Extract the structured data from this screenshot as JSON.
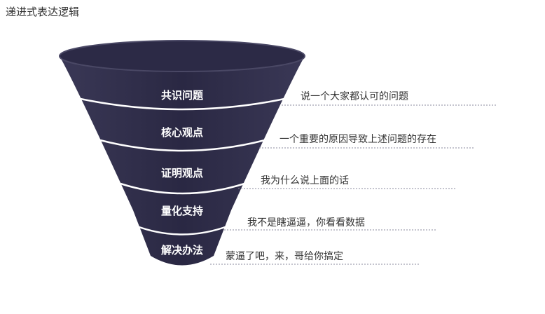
{
  "title": "递进式表达逻辑",
  "colors": {
    "funnel_fill": "#2c2a46",
    "funnel_rim": "#4a4865",
    "divider": "#ffffff",
    "note_text": "#333333",
    "guide_line": "#8a8a9c"
  },
  "stages": [
    {
      "label": "共识问题",
      "note": "说一个大家都认可的问题"
    },
    {
      "label": "核心观点",
      "note": "一个重要的原因导致上述问题的存在"
    },
    {
      "label": "证明观点",
      "note": "我为什么说上面的话"
    },
    {
      "label": "量化支持",
      "note": "我不是瞎逼逼，你看看数据"
    },
    {
      "label": "解决办法",
      "note": "蒙逼了吧，来，哥给你搞定"
    }
  ]
}
